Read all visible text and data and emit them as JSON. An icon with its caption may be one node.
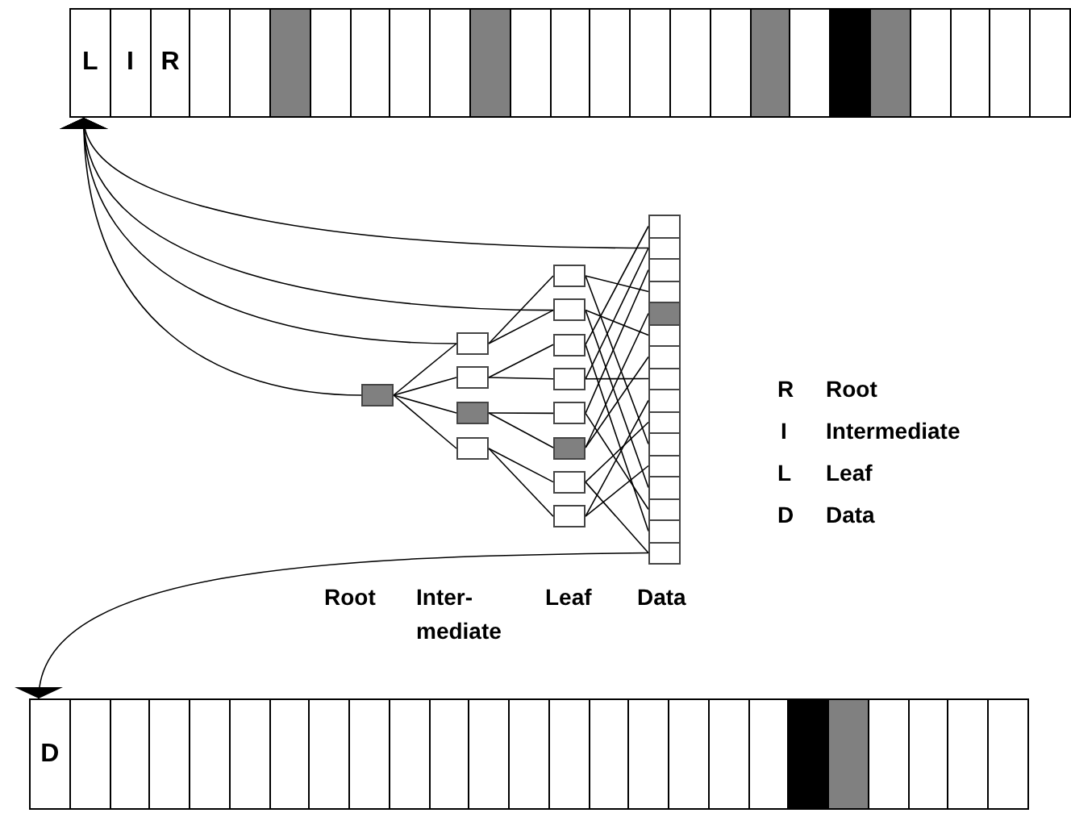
{
  "diagram": {
    "nodes": [
      {
        "text": [
          "L"
        ]
      },
      {
        "text": [
          "I"
        ]
      },
      {
        "text": [
          "R"
        ]
      },
      {
        "text": [],
        "shape": "box"
      },
      {
        "text": [],
        "shape": "box"
      },
      {
        "text": [],
        "shape": "box"
      },
      {
        "text": [],
        "shape": "box"
      },
      {
        "text": [],
        "shape": "box"
      },
      {
        "text": [],
        "shape": "box"
      },
      {
        "text": [],
        "shape": "box"
      },
      {
        "text": [],
        "shape": "box"
      },
      {
        "text": [],
        "shape": "box"
      },
      {
        "text": [],
        "shape": "box"
      },
      {
        "text": [],
        "shape": "box"
      },
      {
        "text": [],
        "shape": "box"
      },
      {
        "text": [],
        "shape": "box"
      },
      {
        "text": [],
        "shape": "box"
      },
      {
        "text": [],
        "shape": "box"
      },
      {
        "text": [],
        "shape": "box"
      },
      {
        "text": [],
        "shape": "box"
      },
      {
        "text": [],
        "shape": "box"
      },
      {
        "text": [],
        "shape": "box"
      },
      {
        "text": [],
        "shape": "box"
      },
      {
        "text": [],
        "shape": "box"
      },
      {
        "text": [],
        "shape": "box"
      },
      {
        "text": [],
        "shape": "box"
      },
      {
        "text": [],
        "shape": "box"
      },
      {
        "text": [],
        "shape": "box"
      },
      {
        "text": [],
        "shape": "box"
      },
      {
        "text": [],
        "shape": "box"
      },
      {
        "text": [],
        "shape": "box"
      },
      {
        "text": [],
        "shape": "box"
      },
      {
        "text": [],
        "shape": "box"
      },
      {
        "text": [],
        "shape": "box"
      },
      {
        "text": [],
        "shape": "box"
      },
      {
        "text": [],
        "shape": "box"
      },
      {
        "text": [],
        "shape": "box"
      },
      {
        "text": [],
        "shape": "box"
      },
      {
        "text": [],
        "shape": "box"
      },
      {
        "text": [],
        "shape": "box"
      },
      {
        "text": [],
        "shape": "box"
      },
      {
        "text": [],
        "shape": "box"
      },
      {
        "text": [],
        "shape": "box"
      },
      {
        "text": [],
        "shape": "box"
      },
      {
        "text": [],
        "shape": "box"
      },
      {
        "text": [],
        "shape": "box"
      },
      {
        "text": [],
        "shape": "box"
      },
      {
        "text": [],
        "shape": "box"
      },
      {
        "text": [],
        "shape": "box"
      },
      {
        "text": [],
        "shape": "box"
      },
      {
        "text": [],
        "shape": "box"
      },
      {
        "text": [],
        "shape": "box"
      },
      {
        "text": [],
        "shape": "box"
      },
      {
        "text": [],
        "shape": "box"
      },
      {
        "text": [
          "D"
        ]
      },
      {
        "text": [],
        "shape": "box"
      },
      {
        "text": [],
        "shape": "box"
      },
      {
        "text": [],
        "shape": "box"
      },
      {
        "text": [],
        "shape": "box"
      },
      {
        "text": [],
        "shape": "box"
      },
      {
        "text": [],
        "shape": "box"
      },
      {
        "text": [],
        "shape": "box"
      },
      {
        "text": [],
        "shape": "box"
      },
      {
        "text": [],
        "shape": "box"
      },
      {
        "text": [],
        "shape": "box"
      },
      {
        "text": [],
        "shape": "box"
      },
      {
        "text": [],
        "shape": "box"
      },
      {
        "text": [],
        "shape": "box"
      },
      {
        "text": [],
        "shape": "box"
      },
      {
        "text": [],
        "shape": "box"
      },
      {
        "text": [],
        "shape": "box"
      },
      {
        "text": [],
        "shape": "box"
      },
      {
        "text": [],
        "shape": "box"
      },
      {
        "text": [],
        "shape": "box"
      },
      {
        "text": [],
        "shape": "box"
      },
      {
        "text": [],
        "shape": "box"
      },
      {
        "text": [],
        "shape": "box"
      },
      {
        "text": [],
        "shape": "box"
      },
      {
        "text": [],
        "shape": "box"
      }
    ],
    "edges": [
      {
        "from": 25,
        "to": 0,
        "arrow": "to"
      },
      {
        "from": 26,
        "to": 0,
        "arrow": "to"
      },
      {
        "from": 31,
        "to": 0,
        "arrow": "to"
      },
      {
        "from": 39,
        "to": 0,
        "arrow": "to"
      },
      {
        "from": 25,
        "to": 26,
        "arrow": "none"
      },
      {
        "from": 25,
        "to": 27,
        "arrow": "none"
      },
      {
        "from": 25,
        "to": 28,
        "arrow": "none"
      },
      {
        "from": 25,
        "to": 29,
        "arrow": "none"
      },
      {
        "from": 26,
        "to": 30,
        "arrow": "none"
      },
      {
        "from": 26,
        "to": 31,
        "arrow": "none"
      },
      {
        "from": 27,
        "to": 32,
        "arrow": "none"
      },
      {
        "from": 27,
        "to": 33,
        "arrow": "none"
      },
      {
        "from": 28,
        "to": 34,
        "arrow": "none"
      },
      {
        "from": 28,
        "to": 35,
        "arrow": "none"
      },
      {
        "from": 29,
        "to": 36,
        "arrow": "none"
      },
      {
        "from": 29,
        "to": 37,
        "arrow": "none"
      },
      {
        "from": 30,
        "to": 41,
        "arrow": "none"
      },
      {
        "from": 30,
        "to": 48,
        "arrow": "none"
      },
      {
        "from": 31,
        "to": 43,
        "arrow": "none"
      },
      {
        "from": 31,
        "to": 50,
        "arrow": "none"
      },
      {
        "from": 32,
        "to": 38,
        "arrow": "none"
      },
      {
        "from": 32,
        "to": 52,
        "arrow": "none"
      },
      {
        "from": 33,
        "to": 39,
        "arrow": "none"
      },
      {
        "from": 33,
        "to": 45,
        "arrow": "none"
      },
      {
        "from": 34,
        "to": 40,
        "arrow": "none"
      },
      {
        "from": 34,
        "to": 51,
        "arrow": "none"
      },
      {
        "from": 35,
        "to": 42,
        "arrow": "none"
      },
      {
        "from": 35,
        "to": 44,
        "arrow": "none"
      },
      {
        "from": 36,
        "to": 47,
        "arrow": "none"
      },
      {
        "from": 36,
        "to": 53,
        "arrow": "none"
      },
      {
        "from": 37,
        "to": 46,
        "arrow": "none"
      },
      {
        "from": 37,
        "to": 49,
        "arrow": "none"
      },
      {
        "from": 53,
        "to": 54,
        "arrow": "to"
      }
    ],
    "labels": [
      "R",
      "Root",
      "I",
      "Intermediate",
      "L",
      "Leaf",
      "D",
      "Data",
      "Root",
      "Inter- mediate",
      "Leaf",
      "Data"
    ]
  }
}
